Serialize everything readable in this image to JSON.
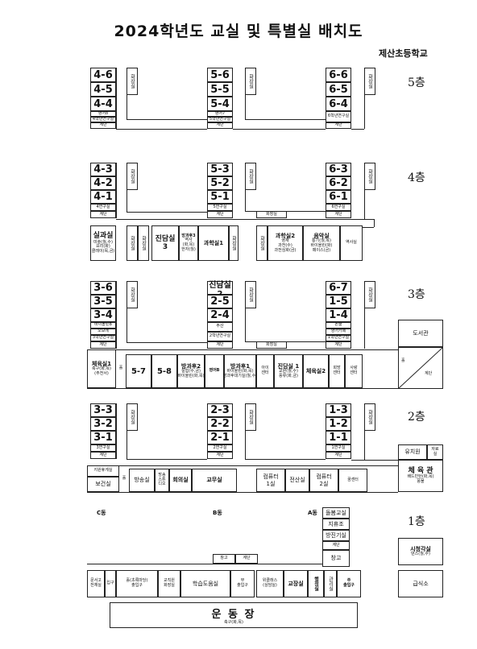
{
  "title": "2024학년도 교실 및 특별실 배치도",
  "school": "제산초등학교",
  "floors": {
    "f5": "5층",
    "f4": "4층",
    "f3": "3층",
    "f2": "2층",
    "f1": "1층"
  },
  "floor5": {
    "a": [
      "4-6",
      "4-5",
      "4-4"
    ],
    "a_sub": [
      "영어8",
      "4학년연구실"
    ],
    "a_stair": "계단",
    "a_wc": "화장실",
    "b": [
      "5-6",
      "5-5",
      "5-4"
    ],
    "b_sub": [
      "영어7",
      "5학년연구실"
    ],
    "b_stair": "계단",
    "b_wc": "화장실",
    "c": [
      "6-6",
      "6-5",
      "6-4"
    ],
    "c_sub": [
      "6학년연구실"
    ],
    "c_stair": "계단",
    "c_wc": "화장실"
  },
  "floor4": {
    "a": [
      "4-3",
      "4-2",
      "4-1"
    ],
    "a_sub": "4연구실",
    "a_stair": "계단",
    "a_wc": "화장실",
    "b": [
      "5-3",
      "5-2",
      "5-1"
    ],
    "b_sub": "5연구실",
    "b_stair": "계단",
    "b_wc": "화장실",
    "c": [
      "6-3",
      "6-2",
      "6-1"
    ],
    "c_sub": "6연구실",
    "c_stair": "계단",
    "c_wc": "화장실",
    "mid_wc": "화장실",
    "silgwa": "실과실",
    "silgwa_sub": "미술(월,수)\n요리(화)\n클레이(목,금)",
    "wc1": "화장실",
    "wc2": "화장실",
    "jindam3_a": "진담실",
    "jindam3_b": "3",
    "bokji": "방과후3",
    "bokji_sub": "역사\n(화,목)\n한자(월)",
    "sci1": "과학실1",
    "wc3": "화장실",
    "wc4": "화장실",
    "sci2": "과학실2",
    "sci2_sub": "영재\n과전(수)\n과전심화(금)",
    "music": "음악실",
    "music_sub": "통기(월,목)\n바이올린(화)\n페이스(금)",
    "history": "역사실"
  },
  "floor3": {
    "a": [
      "3-6",
      "3-5",
      "3-4"
    ],
    "a_sub": [
      "바이올린B",
      "오보에",
      "3학년연구실"
    ],
    "a_stair": "계단",
    "a_wc": "화장실",
    "b": [
      "진담실2",
      "2-5",
      "2-4"
    ],
    "b_sub": [
      "주산",
      "2학년연구실"
    ],
    "b_stair": "계단",
    "b_wc": "화장실",
    "c": [
      "6-7",
      "1-5",
      "1-4"
    ],
    "c_sub": [
      "논술",
      "영어카페",
      "1학년연구실"
    ],
    "c_stair": "계단",
    "c_wc": "화장실",
    "mid_wc": "화장실",
    "library": "도서관",
    "hall": "홀",
    "stair_r": "계단",
    "gym1": "체육실1",
    "gym1_sub": "축구(화,목)\n(주전서)",
    "hall2": "홀",
    "r57": "5-7",
    "r58": "5-8",
    "bg2": "방과후2",
    "bg2_sub": "실험(수,금)\n바이올린(화,목)",
    "mb": "영어B",
    "bg1": "방과후1",
    "bg1_sub": "바이올린(화,목)\n방과후대기실(월,수)",
    "ai": "아이\n센터",
    "jindam1": "진담실 1",
    "jindam1_sub": "교원(월,수)\n풍류(화,금)",
    "gym2": "체육실2",
    "heemang": "희망\n센터",
    "sarang": "사랑\n센터"
  },
  "floor2": {
    "a": [
      "3-3",
      "3-2",
      "3-1"
    ],
    "a_sub": "3연구실",
    "a_stair": "계단",
    "a_wc": "화장실",
    "b": [
      "2-3",
      "2-2",
      "2-1"
    ],
    "b_sub": "2연구실",
    "b_stair": "계단",
    "b_wc": "화장실",
    "c": [
      "1-3",
      "1-2",
      "1-1"
    ],
    "c_sub": "1연구실",
    "c_stair": "계단",
    "c_wc": "화장실",
    "kinder": "유치원",
    "kinder_sub": "자료\n실",
    "gym": "체 육 관",
    "gym_sub": "배드민턴(화,목)\n풍물",
    "mental": "지원휴게실",
    "health": "보건실",
    "hall": "홀",
    "broadcast": "방송실",
    "counsel": "방송\n스튜\n디오",
    "meeting": "회의실",
    "staff": "교무실",
    "comp1": "컴퓨터\n1실",
    "elec": "전산실",
    "comp2": "컴퓨터\n2실",
    "ggum": "꿈센터"
  },
  "floor1": {
    "c_label": "C동",
    "b_label": "B동",
    "a_label": "A동",
    "a_rooms": [
      "돌봄교실",
      "지휴조",
      "방진기실",
      "계단",
      "창고"
    ],
    "cafe": "시청각실",
    "cafe_sub": "댄스(월,수)",
    "storage": "창고",
    "stair": "계단",
    "r_docs": "문서고\n전체실",
    "r_entry1": "입구",
    "r_hall": "홀(초록마당)\n출입구",
    "r_staffwc": "교직원\n화장실",
    "r_lib": "학습도움실",
    "r_entry2": "부\n출입구",
    "r_wee": "위클래스\n(상담실)",
    "r_principal": "교장실",
    "r_admin": "행정실",
    "r_keeper": "관리실",
    "r_main": "주\n출입구",
    "r_canteen": "급식소",
    "field": "운 동 장",
    "field_sub": "축구(화,목)"
  }
}
